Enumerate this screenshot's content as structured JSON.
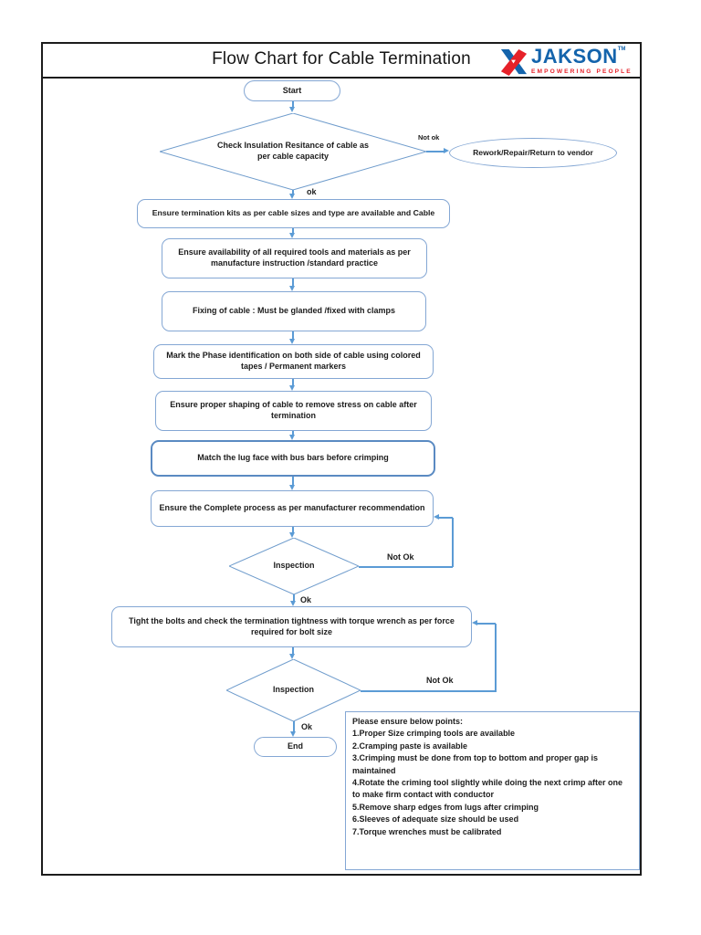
{
  "header": {
    "title": "Flow Chart for Cable Termination",
    "logo": {
      "brand": "JAKSON",
      "trademark": "TM",
      "tagline": "EMPOWERING PEOPLE",
      "brand_color": "#1464ac",
      "tagline_color": "#e62129",
      "icon": "x-arrows-logo-icon"
    }
  },
  "flowchart": {
    "colors": {
      "connector": "#5b9bd5",
      "node_border": "#84a7d4",
      "emphasis_border": "#5a8ac2",
      "text": "#1c1c1c"
    },
    "nodes": {
      "start": "Start",
      "check_insulation": "Check Insulation Resitance of cable as per cable capacity",
      "rework": "Rework/Repair/Return to vendor",
      "termination_kits": "Ensure termination kits as per cable sizes and type are available and Cable",
      "tools_availability": "Ensure availability of all  required tools and materials as per manufacture instruction /standard practice",
      "cable_fixing": "Fixing of cable : Must be glanded /fixed with clamps",
      "phase_identification": "Mark  the  Phase  identification  on both side of cable using colored tapes / Permanent markers",
      "cable_shaping": "Ensure proper shaping of cable to remove stress on cable after termination",
      "lug_face": "Match the lug face  with bus bars before crimping",
      "complete_process": "Ensure  the Complete process as per manufacturer recommendation",
      "inspection1": "Inspection",
      "tighten_bolts": "Tight the bolts  and check the  termination tightness with torque wrench as per force required for bolt size",
      "inspection2": "Inspection",
      "end": "End"
    },
    "labels": {
      "not_ok_1": "Not ok",
      "ok_1": "ok",
      "not_ok_2": "Not Ok",
      "ok_2": "Ok",
      "not_ok_3": "Not Ok",
      "ok_3": "Ok"
    },
    "notes": {
      "title": "Please ensure below points:",
      "items": [
        "1.Proper Size crimping tools are available",
        "2.Cramping paste is available",
        "3.Crimping must be done from top to bottom and proper gap is maintained",
        "4.Rotate the criming tool slightly while doing the next crimp after one to make firm contact with conductor",
        "5.Remove sharp edges from lugs after crimping",
        "6.Sleeves of adequate size should be used",
        "7.Torque wrenches must be calibrated"
      ]
    }
  }
}
